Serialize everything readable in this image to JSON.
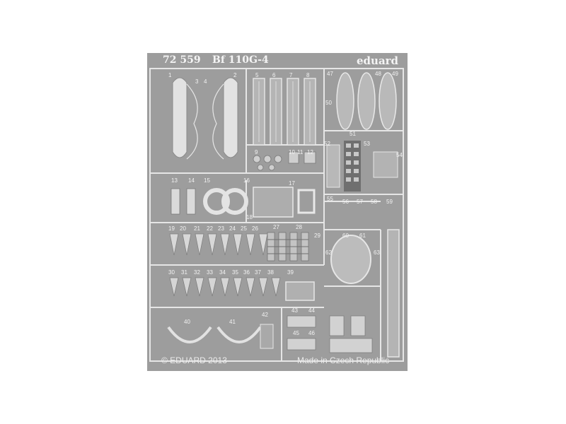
{
  "header": {
    "code": "72 559",
    "model": "Bf 110G-4",
    "brand": "eduard"
  },
  "footer": {
    "copyright": "© EDUARD 2013",
    "origin": "Made in Czech Republic"
  },
  "part_numbers": [
    "1",
    "2",
    "3",
    "4",
    "5",
    "6",
    "7",
    "8",
    "9",
    "10",
    "11",
    "12",
    "13",
    "14",
    "15",
    "16",
    "17",
    "18",
    "19",
    "20",
    "21",
    "22",
    "23",
    "24",
    "25",
    "26",
    "27",
    "28",
    "29",
    "30",
    "31",
    "32",
    "33",
    "34",
    "35",
    "36",
    "37",
    "38",
    "39",
    "40",
    "41",
    "42",
    "43",
    "44",
    "45",
    "46",
    "47",
    "48",
    "49",
    "50",
    "51",
    "52",
    "53",
    "54",
    "55",
    "56",
    "57",
    "58",
    "59",
    "60",
    "61",
    "62",
    "63"
  ],
  "colors": {
    "fret": "#9d9d9d",
    "groove": "#e8e8e8",
    "part": "#a8a8a8",
    "dark": "#6e6e6e",
    "background": "#ffffff"
  }
}
